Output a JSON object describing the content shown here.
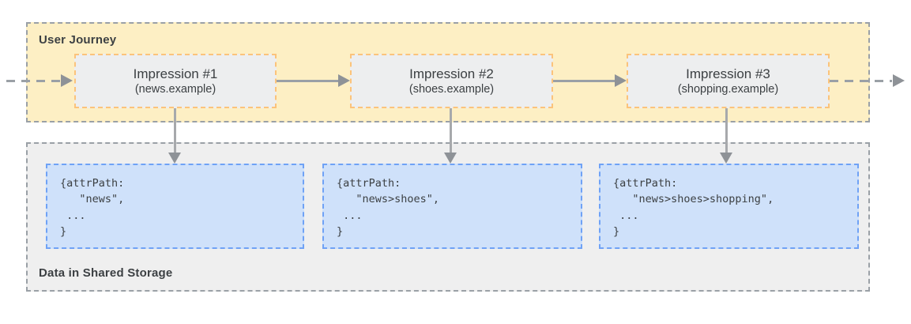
{
  "user_journey": {
    "label": "User Journey",
    "impressions": [
      {
        "title": "Impression #1",
        "subtitle": "(news.example)"
      },
      {
        "title": "Impression #2",
        "subtitle": "(shoes.example)"
      },
      {
        "title": "Impression #3",
        "subtitle": "(shopping.example)"
      }
    ]
  },
  "shared_storage": {
    "label": "Data in Shared Storage",
    "entries": [
      {
        "code": "{attrPath:\n   \"news\",\n ...\n}"
      },
      {
        "code": "{attrPath:\n   \"news>shoes\",\n ...\n}"
      },
      {
        "code": "{attrPath:\n   \"news>shoes>shopping\",\n ...\n}"
      }
    ]
  },
  "colors": {
    "journey_background": "#FDEFC4",
    "impression_border": "#FBC37B",
    "impression_background": "#EDEEEF",
    "storage_background": "#EFEFEF",
    "entry_background": "#CFE1FA",
    "entry_border": "#6FA2F6",
    "outer_border": "#9AA0A6",
    "arrow": "#8E9297",
    "text": "#3C4043"
  }
}
